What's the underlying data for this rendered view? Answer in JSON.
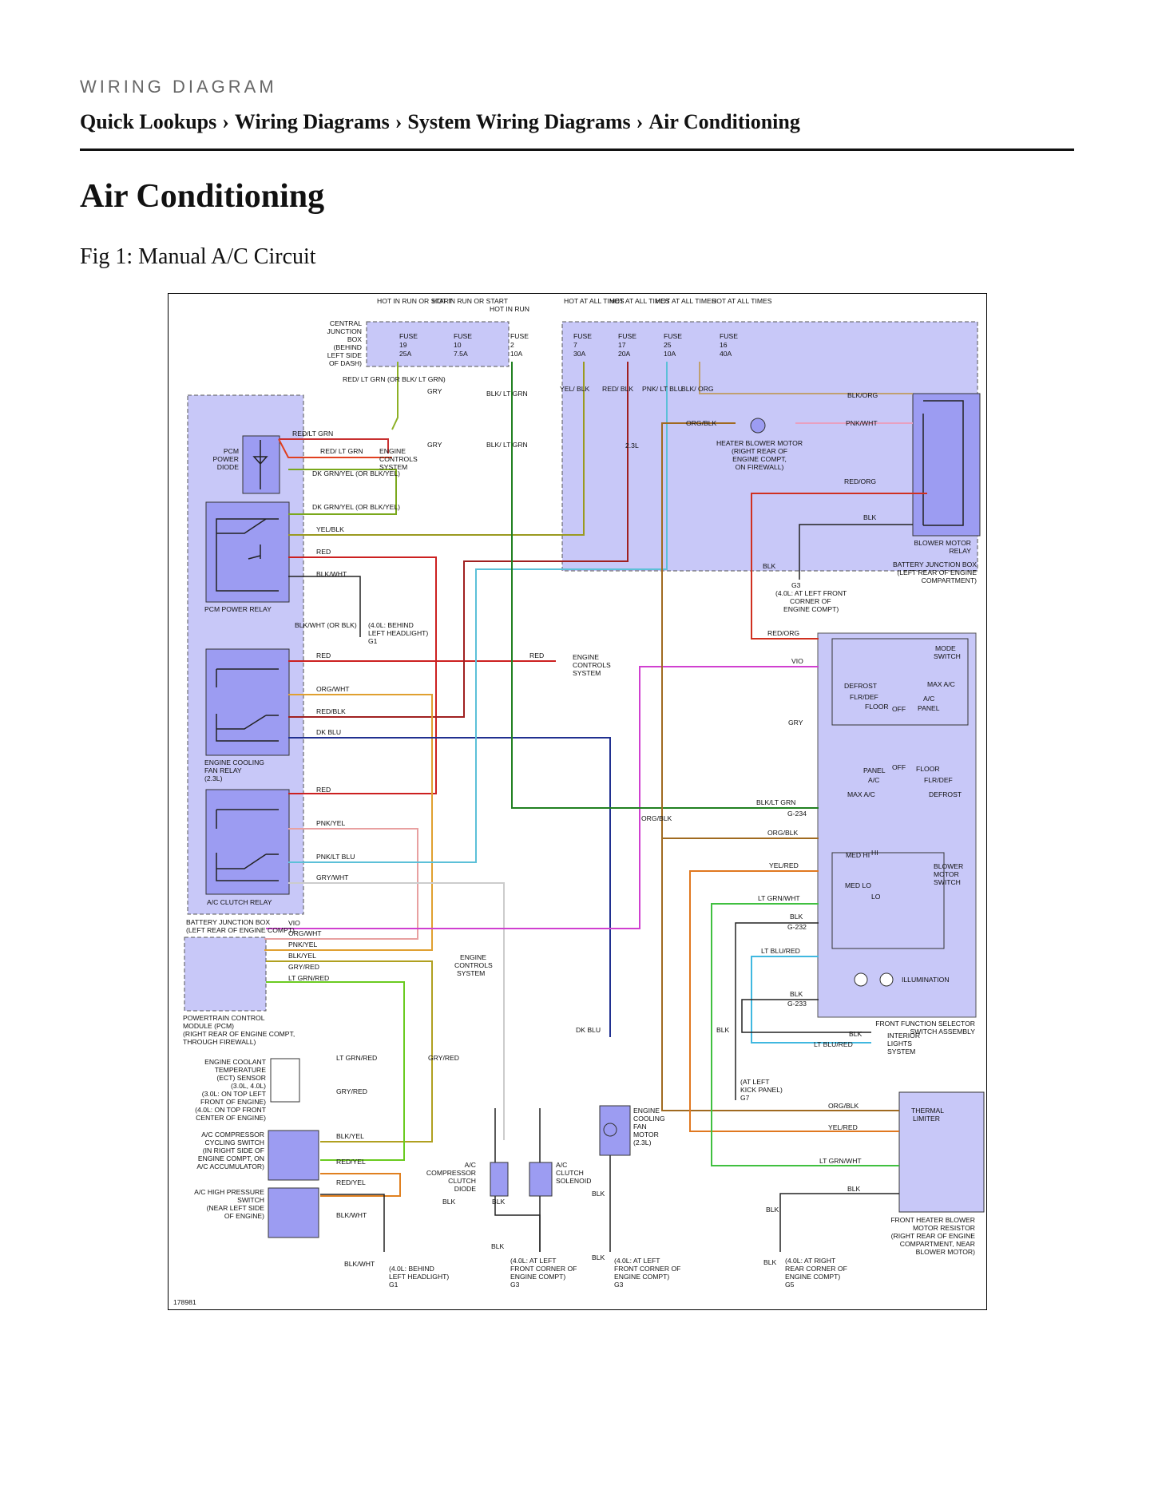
{
  "header": {
    "kicker": "WIRING DIAGRAM",
    "breadcrumb": [
      "Quick Lookups",
      "Wiring Diagrams",
      "System Wiring Diagrams",
      "Air Conditioning"
    ],
    "separator": "›"
  },
  "page_title": "Air Conditioning",
  "figure_caption": "Fig 1: Manual A/C Circuit",
  "diagram": {
    "figure_id": "178981",
    "hot_labels": [
      "HOT IN RUN OR START",
      "HOT IN RUN OR START",
      "HOT IN RUN",
      "HOT AT ALL TIMES",
      "HOT AT ALL TIMES",
      "HOT AT ALL TIMES",
      "HOT AT ALL TIMES"
    ],
    "fuses": [
      {
        "name": "FUSE",
        "num": "19",
        "amp": "25A"
      },
      {
        "name": "FUSE",
        "num": "10",
        "amp": "7.5A"
      },
      {
        "name": "FUSE",
        "num": "2",
        "amp": "10A"
      },
      {
        "name": "FUSE",
        "num": "7",
        "amp": "30A"
      },
      {
        "name": "FUSE",
        "num": "17",
        "amp": "20A"
      },
      {
        "name": "FUSE",
        "num": "25",
        "amp": "10A"
      },
      {
        "name": "FUSE",
        "num": "16",
        "amp": "40A"
      }
    ],
    "central_jb": [
      "CENTRAL",
      "JUNCTION",
      "BOX",
      "(BEHIND",
      "LEFT SIDE",
      "OF DASH)"
    ],
    "pcm_power_diode": [
      "PCM",
      "POWER",
      "DIODE"
    ],
    "pcm_power_relay": "PCM POWER RELAY",
    "engine_cooling_fan_relay": [
      "ENGINE COOLING",
      "FAN RELAY",
      "(2.3L)"
    ],
    "ac_clutch_relay": "A/C CLUTCH RELAY",
    "battery_jb_left": [
      "BATTERY JUNCTION BOX",
      "(LEFT REAR OF ENGINE COMPT)"
    ],
    "pcm": [
      "POWERTRAIN CONTROL",
      "MODULE (PCM)",
      "(RIGHT REAR OF ENGINE COMPT,",
      "THROUGH FIREWALL)"
    ],
    "ect": [
      "ENGINE COOLANT",
      "TEMPERATURE",
      "(ECT) SENSOR",
      "(3.0L, 4.0L)",
      "(3.0L: ON TOP LEFT",
      "FRONT OF ENGINE)",
      "(4.0L: ON TOP FRONT",
      "CENTER OF ENGINE)"
    ],
    "ac_cycling": [
      "A/C COMPRESSOR",
      "CYCLING SWITCH",
      "(IN RIGHT SIDE OF",
      "ENGINE COMPT, ON",
      "A/C ACCUMULATOR)"
    ],
    "ac_high_pressure": [
      "A/C HIGH PRESSURE",
      "SWITCH",
      "(NEAR LEFT SIDE",
      "OF ENGINE)"
    ],
    "clutch_diode": [
      "A/C",
      "COMPRESSOR",
      "CLUTCH",
      "DIODE"
    ],
    "clutch_solenoid": [
      "A/C",
      "CLUTCH",
      "SOLENOID"
    ],
    "fan_motor": [
      "ENGINE",
      "COOLING",
      "FAN",
      "MOTOR",
      "(2.3L)"
    ],
    "heater_blower_motor": [
      "HEATER BLOWER MOTOR",
      "(RIGHT REAR OF",
      "ENGINE COMPT,",
      "ON FIREWALL)"
    ],
    "blower_motor_relay": [
      "BLOWER MOTOR",
      "RELAY"
    ],
    "battery_jb_right": [
      "BATTERY JUNCTION BOX",
      "(LEFT REAR OF ENGINE",
      "COMPARTMENT)"
    ],
    "mode_switch": [
      "MODE",
      "SWITCH"
    ],
    "blower_switch": [
      "BLOWER",
      "MOTOR",
      "SWITCH"
    ],
    "ffss": [
      "FRONT FUNCTION SELECTOR",
      "SWITCH ASSEMBLY"
    ],
    "illumination": "ILLUMINATION",
    "interior_lights": [
      "INTERIOR",
      "LIGHTS",
      "SYSTEM"
    ],
    "thermal_limiter": [
      "THERMAL",
      "LIMITER"
    ],
    "resistor": [
      "FRONT HEATER BLOWER",
      "MOTOR RESISTOR",
      "(RIGHT REAR OF ENGINE",
      "COMPARTMENT, NEAR",
      "BLOWER MOTOR)"
    ],
    "engine_controls": [
      "ENGINE",
      "CONTROLS",
      "SYSTEM"
    ],
    "ground_g3_top": [
      "G3",
      "(4.0L: AT LEFT FRONT",
      "CORNER OF",
      "ENGINE COMPT)"
    ],
    "ground_g1_top": [
      "(4.0L: BEHIND",
      "LEFT HEADLIGHT)",
      "G1"
    ],
    "ground_g7": [
      "(AT LEFT",
      "KICK PANEL)",
      "G7"
    ],
    "ground_g1_bot": [
      "(4.0L: BEHIND",
      "LEFT HEADLIGHT)",
      "G1"
    ],
    "ground_g3_bot1": [
      "(4.0L: AT LEFT",
      "FRONT CORNER OF",
      "ENGINE COMPT)",
      "G3"
    ],
    "ground_g3_bot2": [
      "(4.0L: AT LEFT",
      "FRONT CORNER OF",
      "ENGINE COMPT)",
      "G3"
    ],
    "ground_g5": [
      "(4.0L: AT RIGHT",
      "REAR CORNER OF",
      "ENGINE COMPT)",
      "G5"
    ],
    "mode_labels": [
      "DEFROST",
      "MAX A/C",
      "FLR/DEF",
      "A/C",
      "FLOOR",
      "OFF",
      "PANEL",
      "PANEL",
      "OFF",
      "FLOOR",
      "A/C",
      "FLR/DEF",
      "MAX A/C",
      "DEFROST"
    ],
    "speed_labels": [
      "MED HI",
      "HI",
      "MED LO",
      "LO"
    ],
    "splices": [
      "G-234",
      "G-232",
      "G-233"
    ],
    "wire_labels": {
      "red_ltgrn_top": "RED/ LT GRN (OR BLK/ LT GRN)",
      "gry": "GRY",
      "blk_ltgrn": "BLK/ LT GRN",
      "yel_blk": "YEL/ BLK",
      "red_blk": "RED/ BLK",
      "pnk_ltblu": "PNK/ LT BLU",
      "blk_org": "BLK/ ORG",
      "red_ltgrn": "RED/LT GRN",
      "red_ltgrn2": "RED/ LT GRN",
      "dkgrn_yel": "DK GRN/YEL (OR BLK/YEL)",
      "yelblk": "YEL/BLK",
      "red": "RED",
      "blkwht": "BLK/WHT",
      "blkwht_orblk": "BLK/WHT (OR BLK)",
      "orgwht": "ORG/WHT",
      "redblk": "RED/BLK",
      "dkblu": "DK BLU",
      "pnkyel": "PNK/YEL",
      "pnkltblu": "PNK/LT BLU",
      "grywht": "GRY/WHT",
      "vio": "VIO",
      "blkyel": "BLK/YEL",
      "gryred": "GRY/RED",
      "ltgrnred": "LT GRN/RED",
      "redyel": "RED/YEL",
      "blk": "BLK",
      "orgblk": "ORG/BLK",
      "pnkwht": "PNK/WHT",
      "redorg": "RED/ORG",
      "blkorg": "BLK/ORG",
      "blkltgrn": "BLK/LT GRN",
      "yelred": "YEL/RED",
      "ltgrnwht": "LT GRN/WHT",
      "ltblured": "LT BLU/RED",
      "two_three": "2.3L"
    }
  }
}
